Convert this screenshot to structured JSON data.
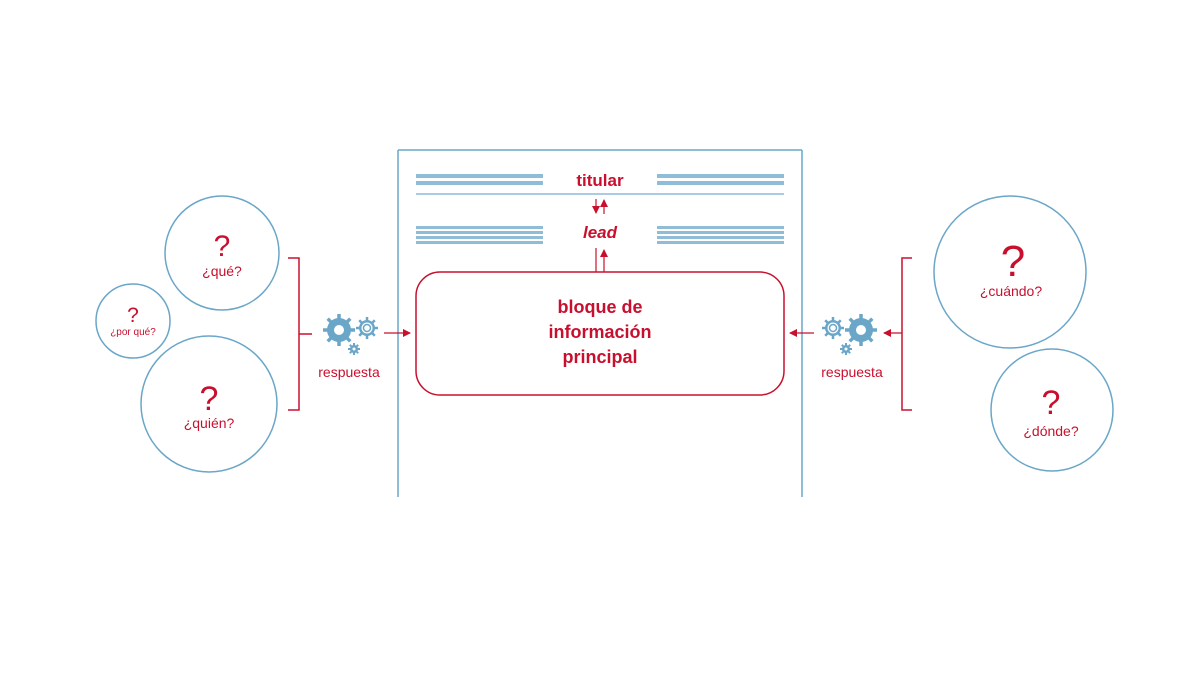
{
  "colors": {
    "accent_red": "#c8102e",
    "accent_blue": "#6aa6c8",
    "bar_blue": "#8fbcd6"
  },
  "page": {
    "headline": "titular",
    "lead": "lead",
    "main_block_lines": [
      "bloque de",
      "información",
      "principal"
    ]
  },
  "left_group": {
    "questions": [
      "¿qué?",
      "¿por qué?",
      "¿quién?"
    ],
    "answer_label": "respuesta",
    "icon": "gears-icon"
  },
  "right_group": {
    "questions": [
      "¿cuándo?",
      "¿dónde?"
    ],
    "answer_label": "respuesta",
    "icon": "gears-icon"
  },
  "question_mark": "?"
}
